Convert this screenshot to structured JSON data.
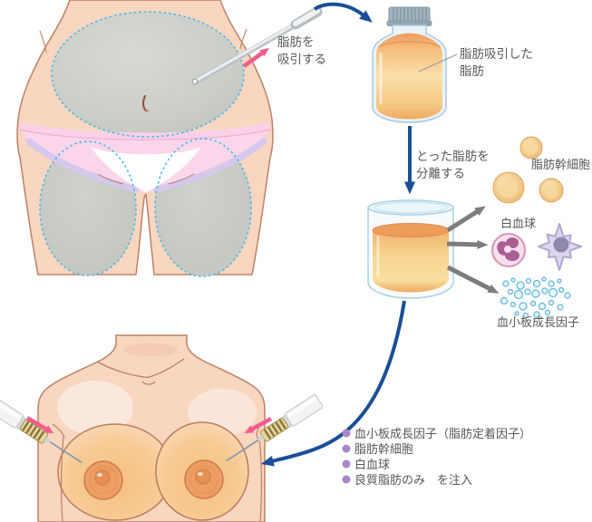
{
  "diagram": {
    "liposuction_step": {
      "label_line1": "脂肪を",
      "label_line2": "吸引する"
    },
    "bottle_step": {
      "label_line1": "脂肪吸引した",
      "label_line2": "脂肪"
    },
    "separation_step": {
      "label_line1": "とった脂肪を",
      "label_line2": "分離する"
    },
    "components": {
      "stem_cells": "脂肪幹細胞",
      "white_blood_cells": "白血球",
      "platelet_growth_factor": "血小板成長因子"
    },
    "injection_list": {
      "items": [
        "血小板成長因子（脂肪定着因子）",
        "脂肪幹細胞",
        "白血球",
        "良質脂肪のみ　を注入"
      ]
    },
    "colors": {
      "arrow_blue": "#1a4f96",
      "arrow_pink": "#f25c8e",
      "arrow_gray": "#7d7d7d",
      "bullet_purple": "#ab87c7",
      "marking_dotted_blue": "#44b9e8",
      "fat_area_gray": "#c9cbc5",
      "fat_orange": "#f2b36e",
      "skin": "#f8d6c0",
      "text_gray": "#595959"
    }
  }
}
